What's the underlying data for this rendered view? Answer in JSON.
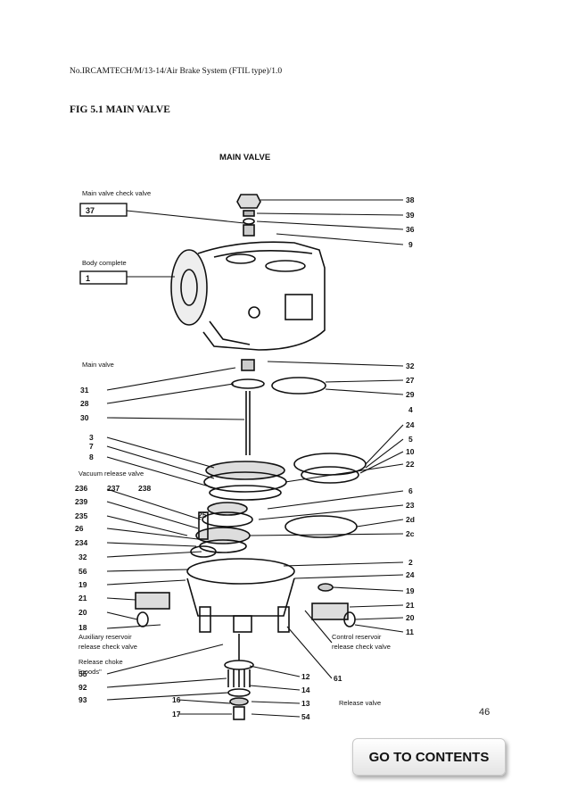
{
  "header": {
    "doc_ref": "No.IRCAMTECH/M/13-14/Air Brake System (FTIL type)/1.0"
  },
  "figure": {
    "title": "FIG 5.1 MAIN VALVE",
    "drawing_title": "MAIN VALVE",
    "left_labels": [
      {
        "id": "mvcv",
        "text": "Main valve check valve"
      },
      {
        "id": "body",
        "text": "Body complete"
      },
      {
        "id": "mainvalve",
        "text": "Main valve"
      },
      {
        "id": "vrv",
        "text": "Vacuum release valve"
      },
      {
        "id": "arv1",
        "text": "Auxiliary reservoir"
      },
      {
        "id": "arv2",
        "text": "release check valve"
      },
      {
        "id": "rc1",
        "text": "Release choke"
      },
      {
        "id": "rc2",
        "text": "\"goods\""
      }
    ],
    "right_labels": [
      {
        "id": "crv1",
        "text": "Control reservoir"
      },
      {
        "id": "crv2",
        "text": "release check valve"
      },
      {
        "id": "relv",
        "text": "Release valve"
      }
    ],
    "boxed_numbers": [
      {
        "id": "b37",
        "text": "37"
      },
      {
        "id": "b1",
        "text": "1"
      }
    ],
    "right_numbers": [
      "38",
      "39",
      "36",
      "9",
      "32",
      "27",
      "29",
      "4",
      "24",
      "5",
      "10",
      "22",
      "6",
      "23",
      "2d",
      "2c",
      "2",
      "24",
      "19",
      "21",
      "20",
      "11",
      "12",
      "14",
      "13",
      "54",
      "61"
    ],
    "left_numbers": [
      "31",
      "28",
      "30",
      "3",
      "7",
      "8",
      "238",
      "237",
      "236",
      "239",
      "235",
      "26",
      "234",
      "32",
      "56",
      "19",
      "21",
      "20",
      "18",
      "55",
      "92",
      "93",
      "16",
      "17"
    ],
    "top_numbers": [
      "25"
    ]
  },
  "page": {
    "number": "46"
  },
  "nav": {
    "goto_label": "GO TO CONTENTS"
  }
}
